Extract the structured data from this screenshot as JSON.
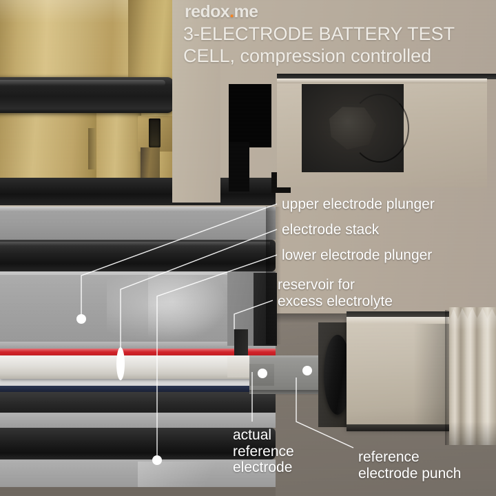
{
  "brand": {
    "name_main": "redox",
    "name_dot": ".",
    "name_suffix": "me",
    "dot_color": "#f58220",
    "text_color": "#e9e6e0"
  },
  "header": {
    "title_line1": "3-ELECTRODE BATTERY TEST",
    "title_line2": "CELL, compression controlled",
    "title_full": "3-ELECTRODE BATTERY TEST CELL, compression controlled"
  },
  "annotations": [
    {
      "id": "upper-electrode-plunger",
      "label": "upper electrode plunger",
      "marker": "dot"
    },
    {
      "id": "electrode-stack",
      "label": "electrode stack",
      "marker": "ellipse"
    },
    {
      "id": "lower-electrode-plunger",
      "label": "lower electrode plunger",
      "marker": "dot"
    },
    {
      "id": "reservoir-for-excess-electrolyte",
      "label": "reservoir for\nexcess electrolyte",
      "marker": "dot"
    },
    {
      "id": "actual-reference-electrode",
      "label": "actual\nreference\nelectrode",
      "marker": "dot"
    },
    {
      "id": "reference-electrode-punch",
      "label": "reference\nelectrode punch",
      "marker": "dot"
    }
  ],
  "labels": {
    "upper_electrode_plunger": "upper electrode plunger",
    "electrode_stack": "electrode stack",
    "lower_electrode_plunger": "lower electrode plunger",
    "reservoir_for_excess_electrolyte": "reservoir for\nexcess electrolyte",
    "actual_reference_electrode": "actual\nreference\nelectrode",
    "reference_electrode_punch": "reference\nelectrode punch"
  },
  "colors": {
    "background_upper": "#bdb2a3",
    "background_lower": "#7e766d",
    "brass": "#c9b277",
    "cathode_red": "#c41e24",
    "separator_white": "#e3e1dc",
    "anode_navy": "#2b3550",
    "body_beige": "#c6bdae",
    "dark_metal": "#1a1a1a",
    "leader_line": "#ffffff",
    "accent_orange": "#f58220"
  },
  "components": {
    "brass_clamp_block": "brass compression block",
    "black_clamp_bar": "black clamp bar",
    "bolt_recess": "hex bolt recess",
    "punch_body": "reference electrode punch body",
    "knurled_grip": "knurled grip",
    "o_ring": "o-ring seal",
    "punch_shaft": "punch shaft",
    "electrode_tube": "reference electrode tube"
  }
}
